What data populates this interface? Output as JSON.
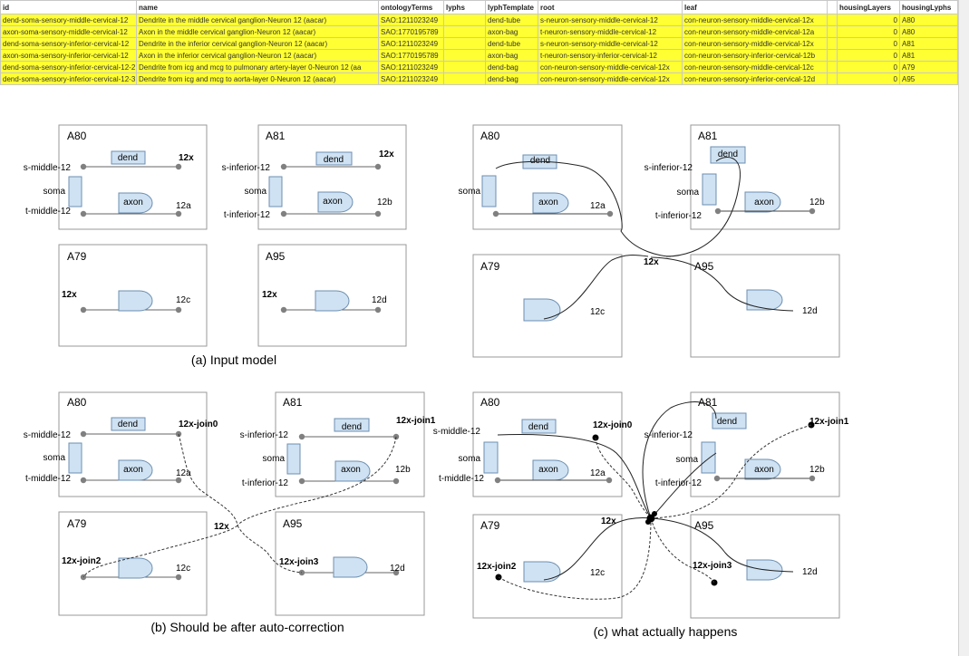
{
  "sheet": {
    "headers": [
      "id",
      "name",
      "ontologyTerms",
      "lyphs",
      "lyphTemplate",
      "root",
      "leaf",
      "",
      "housingLayers",
      "housingLyphs"
    ],
    "rows": [
      [
        "dend-soma-sensory-middle-cervical-12",
        "Dendrite in the middle cervical ganglion-Neuron 12 (aacar)",
        "SAO:1211023249",
        "",
        "dend-tube",
        "s-neuron-sensory-middle-cervical-12",
        "con-neuron-sensory-middle-cervical-12x",
        "",
        "0",
        "A80"
      ],
      [
        "axon-soma-sensory-middle-cervical-12",
        "Axon in the middle cervical ganglion-Neuron 12 (aacar)",
        "SAO:1770195789",
        "",
        "axon-bag",
        "t-neuron-sensory-middle-cervical-12",
        "con-neuron-sensory-middle-cervical-12a",
        "",
        "0",
        "A80"
      ],
      [
        "dend-soma-sensory-inferior-cervical-12",
        "Dendrite in the inferior cervical ganglion-Neuron 12 (aacar)",
        "SAO:1211023249",
        "",
        "dend-tube",
        "s-neuron-sensory-middle-cervical-12",
        "con-neuron-sensory-middle-cervical-12x",
        "",
        "0",
        "A81"
      ],
      [
        "axon-soma-sensory-inferior-cervical-12",
        "Axon in the inferior cervical ganglion-Neuron 12 (aacar)",
        "SAO:1770195789",
        "",
        "axon-bag",
        "t-neuron-sensory-inferior-cervical-12",
        "con-neuron-sensory-inferior-cervical-12b",
        "",
        "0",
        "A81"
      ],
      [
        "dend-soma-sensory-inferior-cervical-12-2",
        "Dendrite from icg and mcg to pulmonary artery-layer 0-Neuron 12 (aa",
        "SAO:1211023249",
        "",
        "dend-bag",
        "con-neuron-sensory-middle-cervical-12x",
        "con-neuron-sensory-middle-cervical-12c",
        "",
        "0",
        "A79"
      ],
      [
        "dend-soma-sensory-inferior-cervical-12-3",
        "Dendrite from icg and mcg to aorta-layer 0-Neuron 12 (aacar)",
        "SAO:1211023249",
        "",
        "dend-bag",
        "con-neuron-sensory-middle-cervical-12x",
        "con-neuron-sensory-inferior-cervical-12d",
        "",
        "0",
        "A95"
      ]
    ]
  },
  "captions": {
    "a": "(a) Input model",
    "b": "(b) Should be after auto-correction",
    "c": "(c) what actually happens"
  },
  "labels": {
    "A80": "A80",
    "A81": "A81",
    "A79": "A79",
    "A95": "A95",
    "dend": "dend",
    "axon": "axon",
    "soma": "soma",
    "s_middle": "s-middle-12",
    "t_middle": "t-middle-12",
    "s_inferior": "s-inferior-12",
    "t_inferior": "t-inferior-12",
    "n12x": "12x",
    "n12a": "12a",
    "n12b": "12b",
    "n12c": "12c",
    "n12d": "12d",
    "join0": "12x-join0",
    "join1": "12x-join1",
    "join2": "12x-join2",
    "join3": "12x-join3"
  },
  "colors": {
    "highlight": "#ffff33",
    "shape_fill": "#cfe2f3",
    "shape_stroke": "#6d8fb0",
    "node": "#808080",
    "box_stroke": "#999999"
  }
}
